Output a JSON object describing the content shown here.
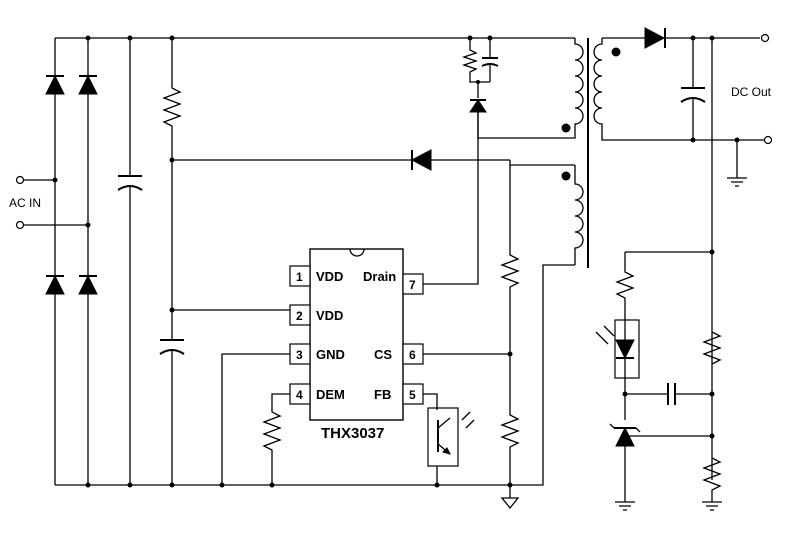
{
  "labels": {
    "ac_in": "AC IN",
    "dc_out": "DC Out",
    "part_number": "THX3037"
  },
  "ic": {
    "pins": [
      {
        "num": "1",
        "name": "VDD"
      },
      {
        "num": "2",
        "name": "VDD"
      },
      {
        "num": "3",
        "name": "GND"
      },
      {
        "num": "4",
        "name": "DEM"
      },
      {
        "num": "5",
        "name": "FB"
      },
      {
        "num": "6",
        "name": "CS"
      },
      {
        "num": "7",
        "name": "Drain"
      }
    ]
  }
}
